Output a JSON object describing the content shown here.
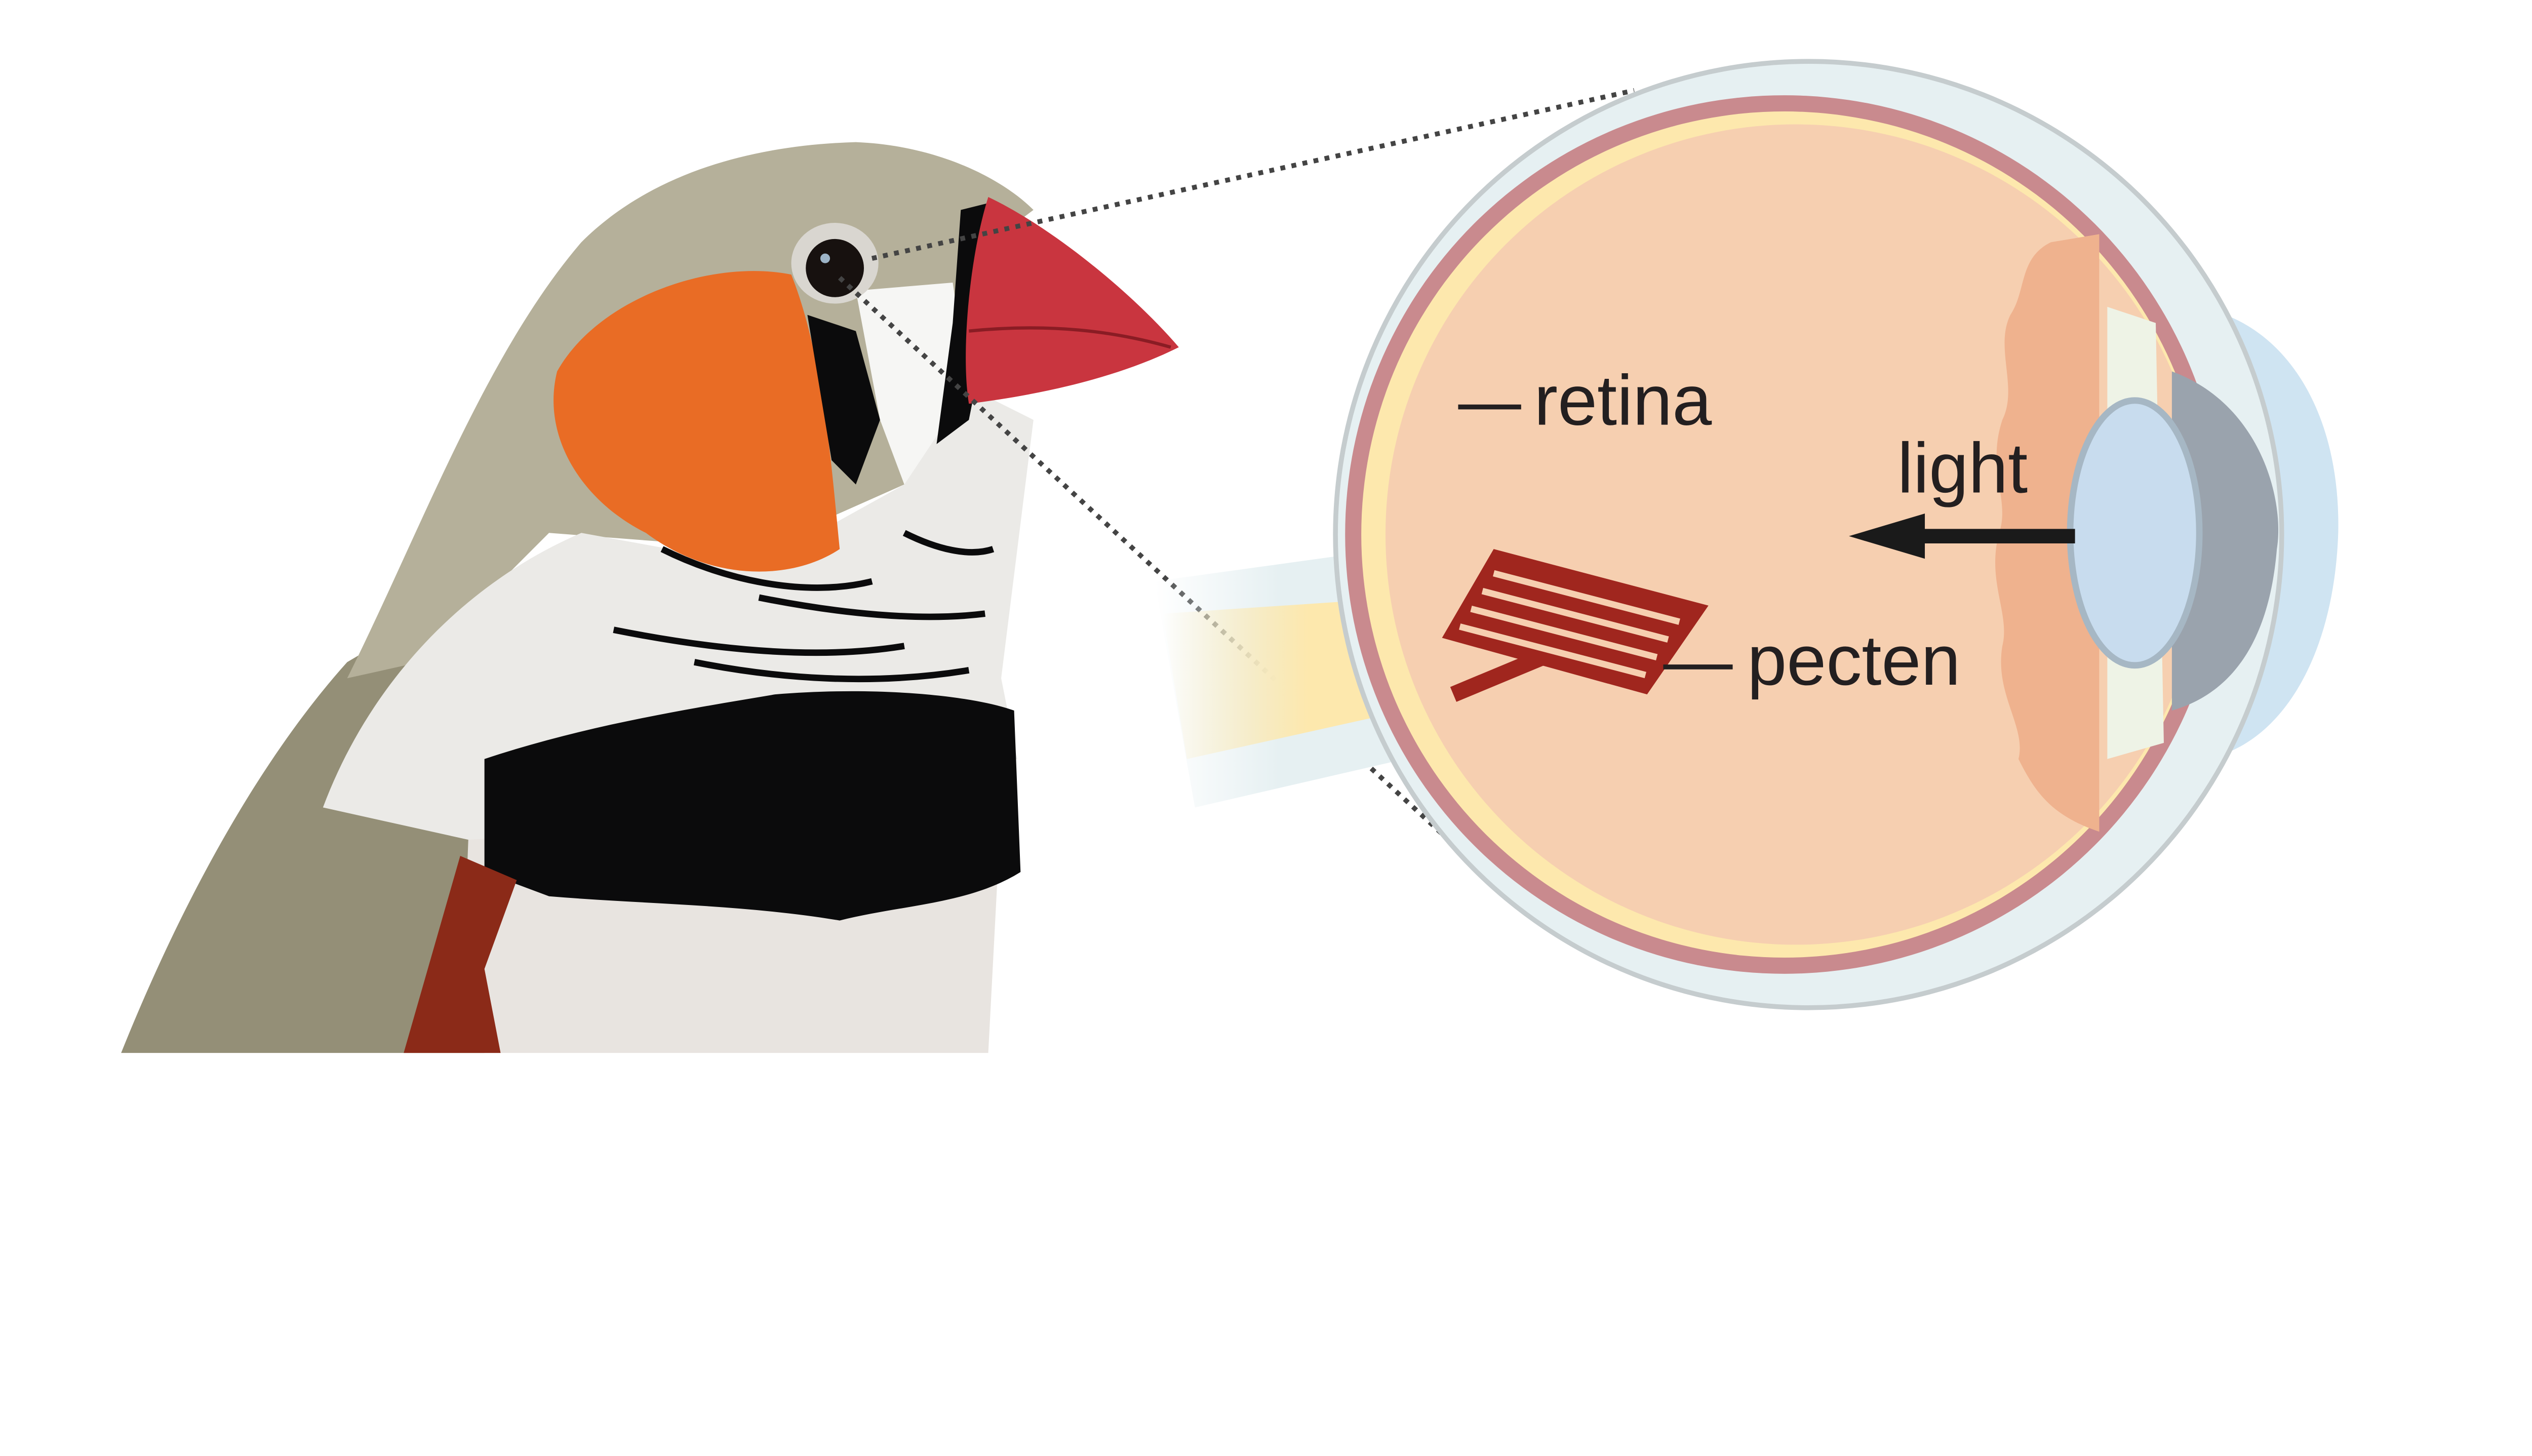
{
  "labels": {
    "retina": "retina",
    "light": "light",
    "pecten": "pecten"
  },
  "colors": {
    "bird_head": "#b5b09a",
    "bird_back": "#948f77",
    "cheek": "#e96c25",
    "beak": "#c9353f",
    "throat_white": "#ebeae7",
    "breast_band": "#0b0b0c",
    "flank": "#8b2a18",
    "sclera": "#e6f0f2",
    "choroid": "#c98a8e",
    "vitreous": "#f6cfb0",
    "retina": "#fde8ad",
    "ciliary": "#efb28e",
    "lens": "#c8dcee",
    "cornea": "#cfe4f2",
    "iris": "#9aa3ad",
    "pecten": "#a0261e"
  }
}
